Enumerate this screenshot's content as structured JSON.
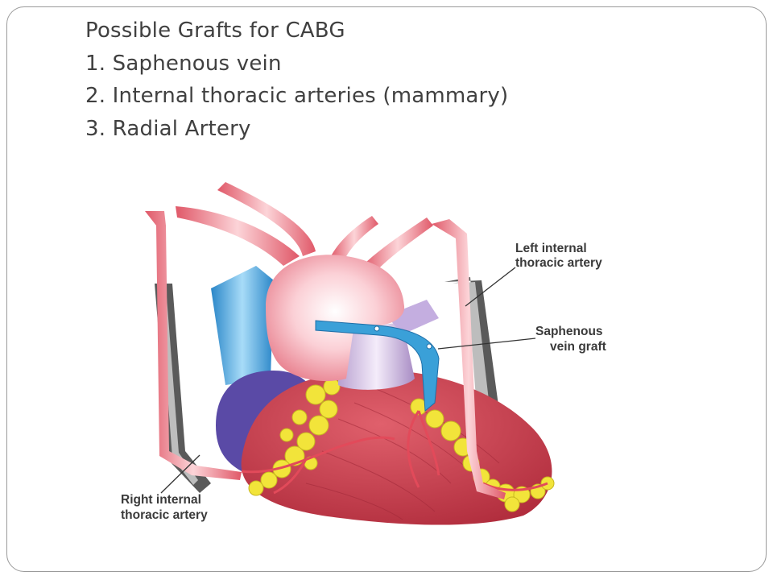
{
  "slide": {
    "title": "Possible Grafts for CABG",
    "items": [
      "1. Saphenous vein",
      "2. Internal thoracic arteries (mammary)",
      "3. Radial Artery"
    ]
  },
  "figure": {
    "labels": {
      "left_ita_line1": "Left internal",
      "left_ita_line2": "thoracic artery",
      "svg_line1": "Saphenous",
      "svg_line2": "vein graft",
      "right_ita_line1": "Right internal",
      "right_ita_line2": "thoracic artery"
    }
  },
  "colors": {
    "text": "#404040",
    "myocardium": "#c83a4a",
    "aorta": "#f4a7b0",
    "pulmonary_artery": "#c9b3dc",
    "vena_cava": "#4aa6e0",
    "right_atrium": "#5a4aa6",
    "fat": "#f2e43a",
    "vein_graft": "#3aa0d8",
    "ita_artery": "#e06070",
    "chest_wall": "#555555"
  }
}
